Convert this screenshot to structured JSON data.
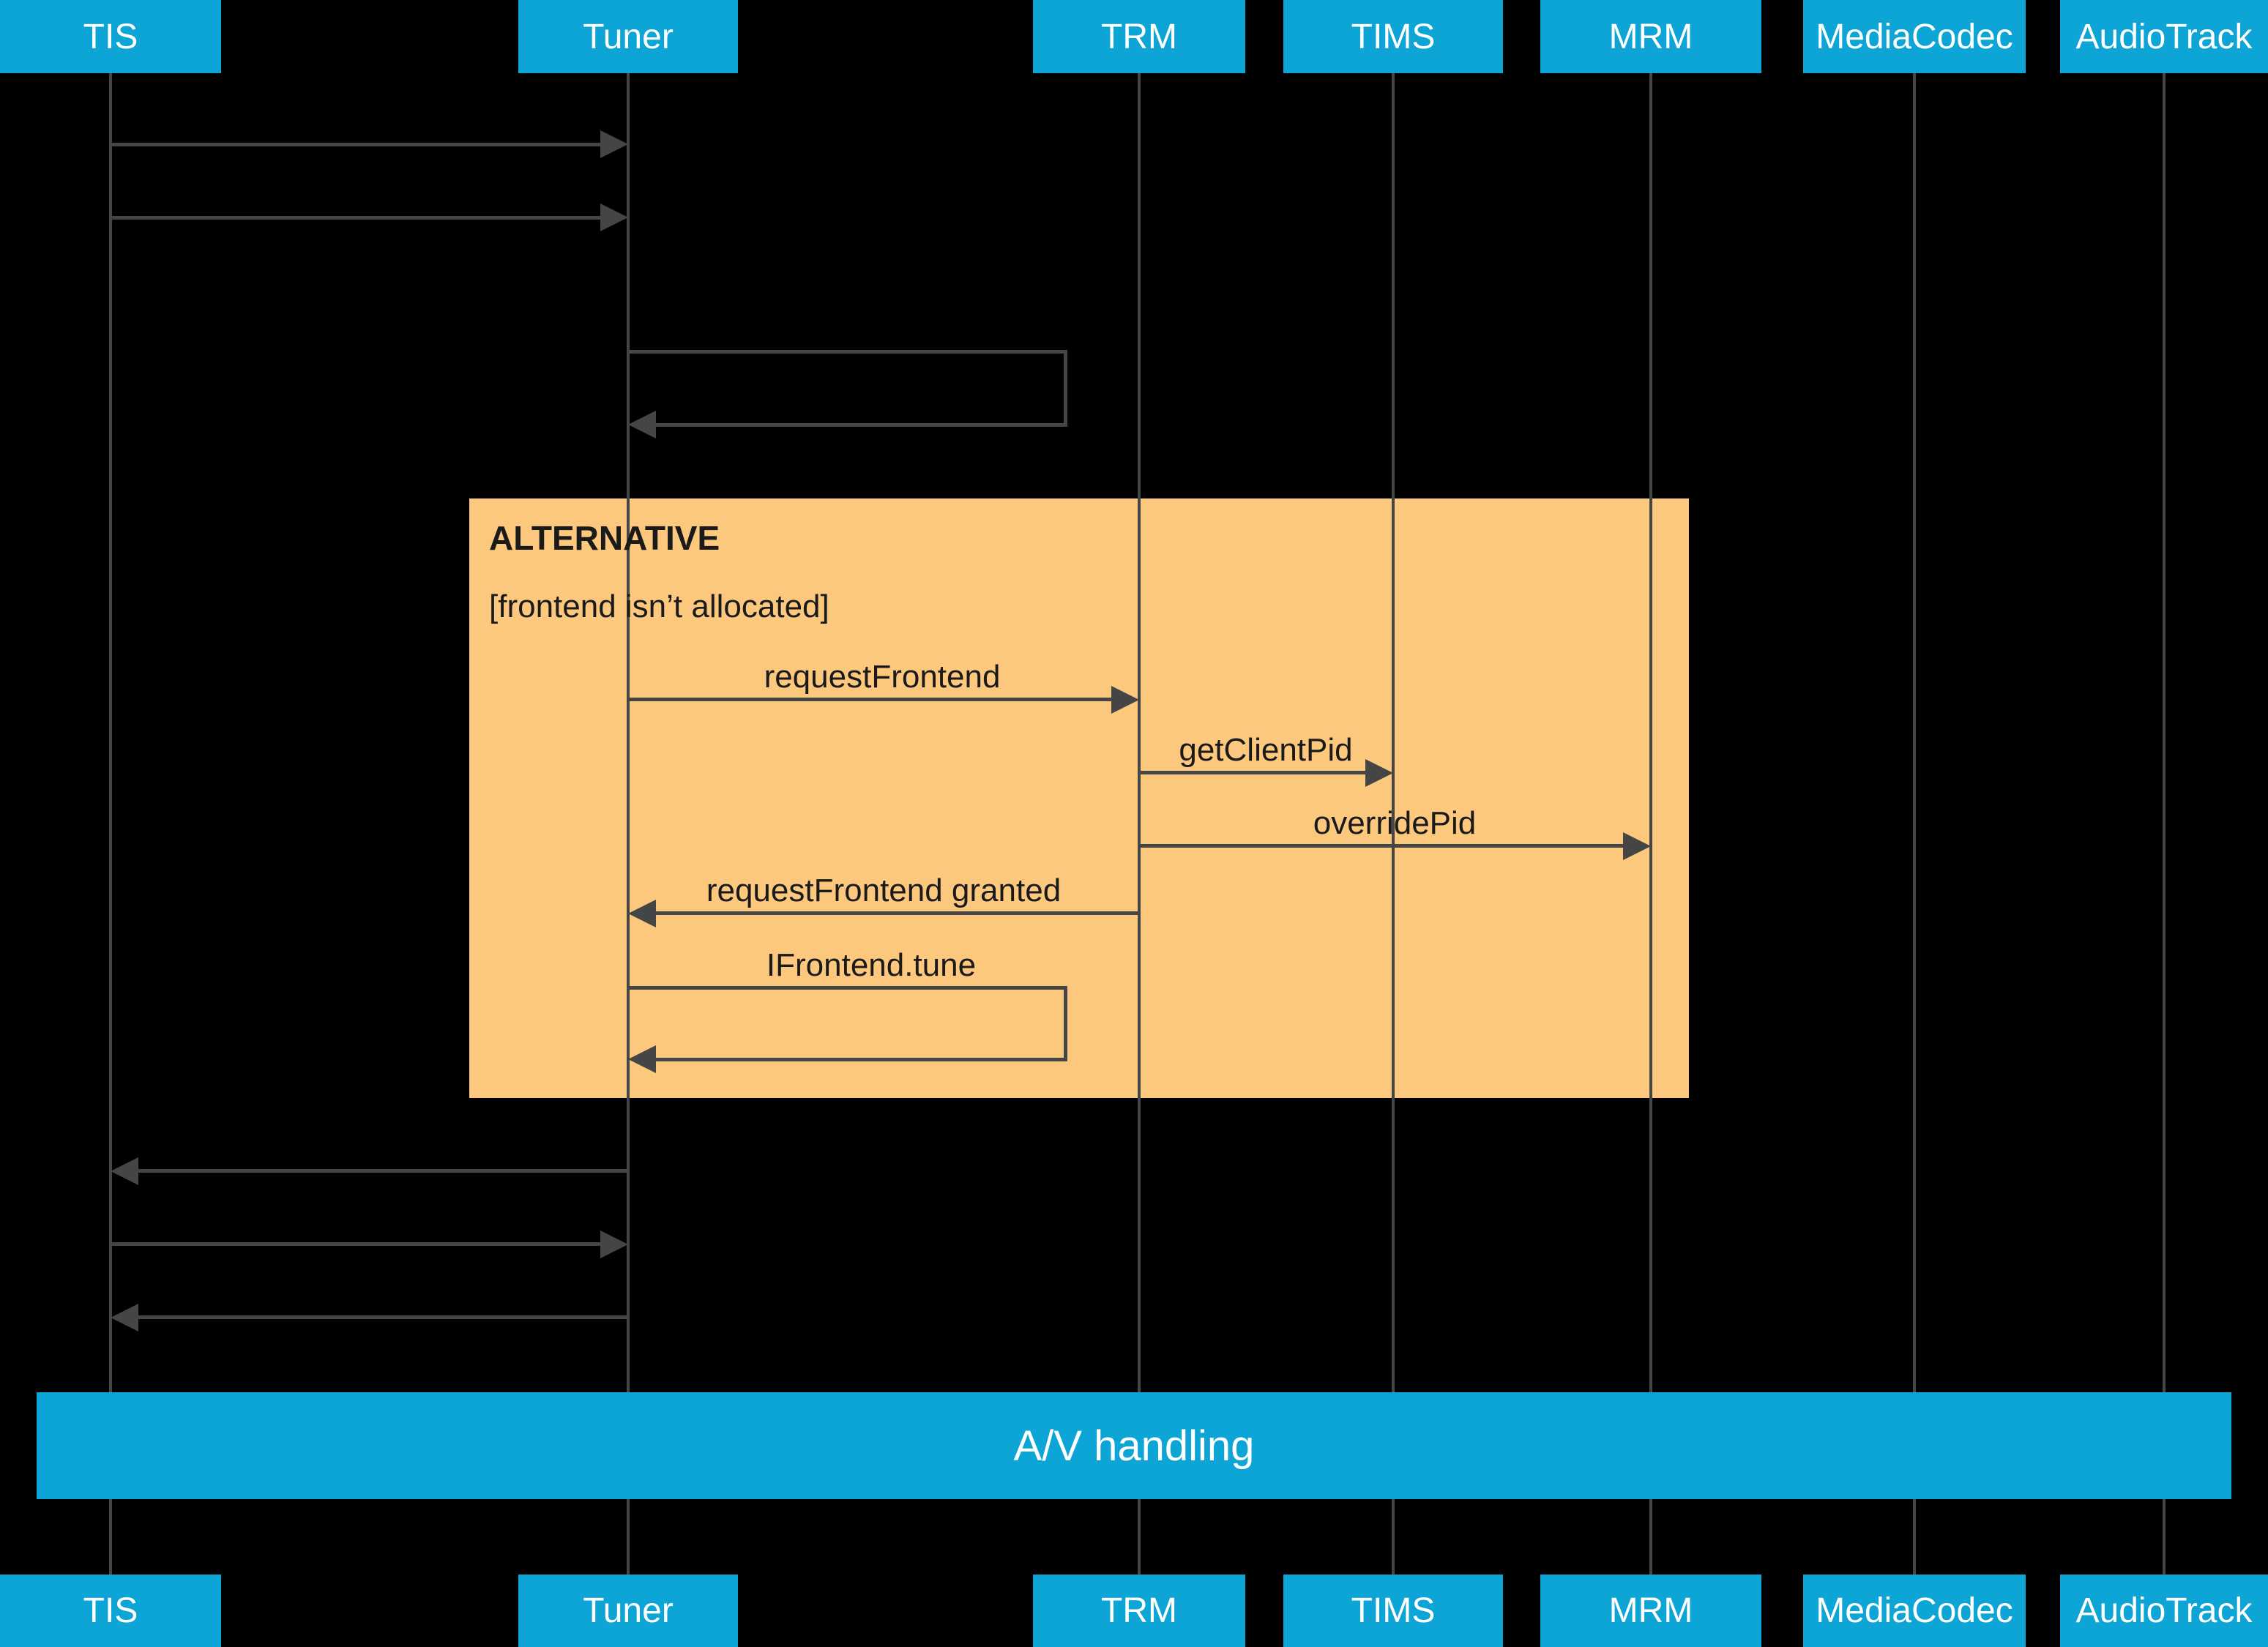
{
  "diagram": {
    "participants": [
      {
        "id": "tis",
        "label": "TIS"
      },
      {
        "id": "tuner",
        "label": "Tuner"
      },
      {
        "id": "trm",
        "label": "TRM"
      },
      {
        "id": "tims",
        "label": "TIMS"
      },
      {
        "id": "mrm",
        "label": "MRM"
      },
      {
        "id": "mediacodec",
        "label": "MediaCodec"
      },
      {
        "id": "audiotrack",
        "label": "AudioTrack"
      }
    ],
    "alt_fragment": {
      "title": "ALTERNATIVE",
      "condition": "[frontend isn’t allocated]"
    },
    "messages": [
      {
        "from": "TIS",
        "to": "Tuner",
        "label": "",
        "type": "arrow-right"
      },
      {
        "from": "TIS",
        "to": "Tuner",
        "label": "",
        "type": "arrow-right"
      },
      {
        "from": "Tuner",
        "to": "Tuner",
        "label": "",
        "type": "self-loop"
      },
      {
        "from": "Tuner",
        "to": "TRM",
        "label": "requestFrontend",
        "type": "arrow-right"
      },
      {
        "from": "TRM",
        "to": "TIMS",
        "label": "getClientPid",
        "type": "arrow-right"
      },
      {
        "from": "TRM",
        "to": "MRM",
        "label": "overridePid",
        "type": "arrow-right"
      },
      {
        "from": "TRM",
        "to": "Tuner",
        "label": "requestFrontend granted",
        "type": "arrow-left"
      },
      {
        "from": "Tuner",
        "to": "Tuner",
        "label": "IFrontend.tune",
        "type": "self-loop"
      },
      {
        "from": "Tuner",
        "to": "TIS",
        "label": "",
        "type": "arrow-left"
      },
      {
        "from": "TIS",
        "to": "Tuner",
        "label": "",
        "type": "arrow-right"
      },
      {
        "from": "Tuner",
        "to": "TIS",
        "label": "",
        "type": "arrow-left"
      }
    ],
    "av_bar": {
      "label": "A/V handling"
    },
    "colors": {
      "participant_box": "#0da5d6",
      "alt_background": "#fbc87d",
      "line": "#454545",
      "label_text": "#1a1a1a",
      "background": "#000000"
    }
  }
}
